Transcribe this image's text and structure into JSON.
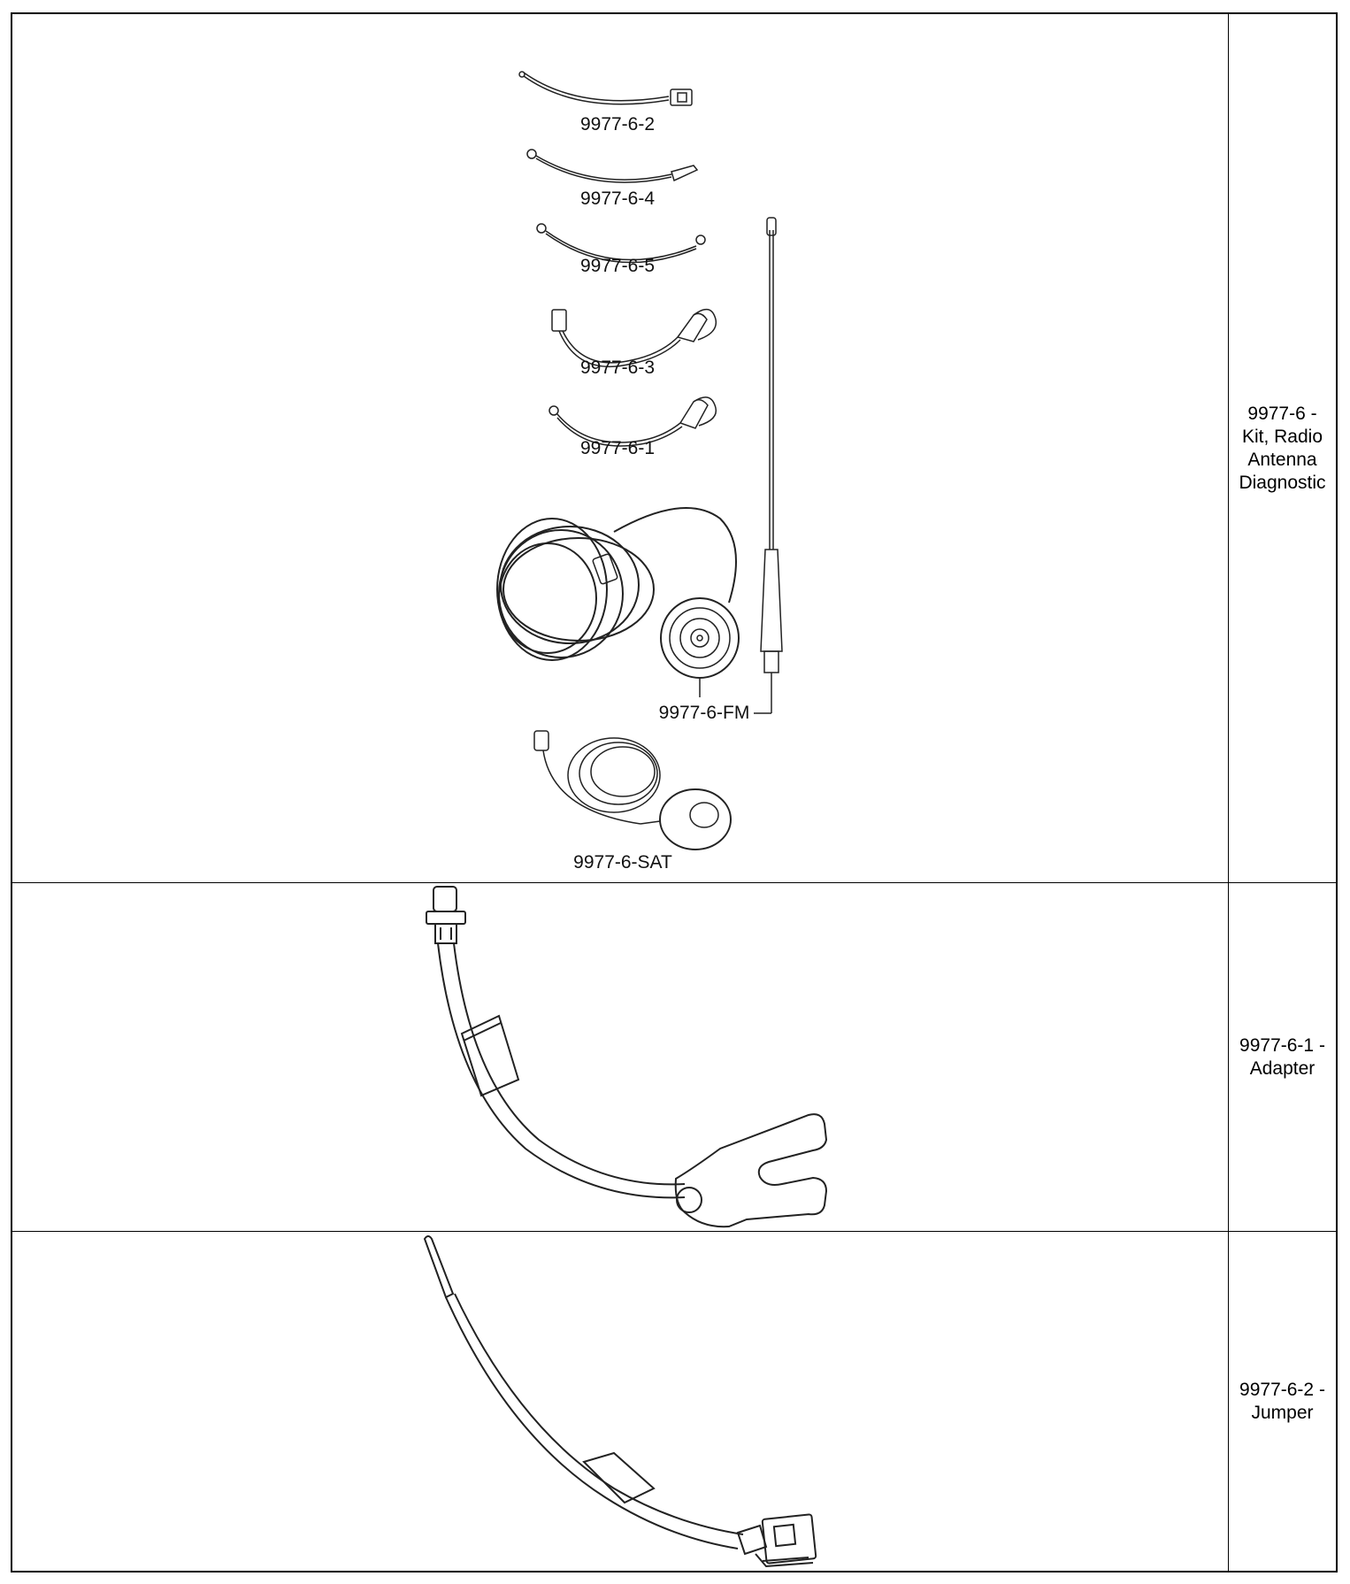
{
  "rows": [
    {
      "part_number_line": "9977-6 -",
      "desc_line_1": "Kit, Radio",
      "desc_line_2": "Antenna",
      "desc_line_3": "Diagnostic",
      "figure_labels": {
        "jumper_2": "9977-6-2",
        "jumper_4": "9977-6-4",
        "jumper_5": "9977-6-5",
        "adapter_3": "9977-6-3",
        "adapter_1": "9977-6-1",
        "fm": "9977-6-FM",
        "sat": "9977-6-SAT"
      }
    },
    {
      "part_number_line": "9977-6-1 -",
      "desc_line_1": "Adapter"
    },
    {
      "part_number_line": "9977-6-2 -",
      "desc_line_1": "Jumper"
    }
  ]
}
